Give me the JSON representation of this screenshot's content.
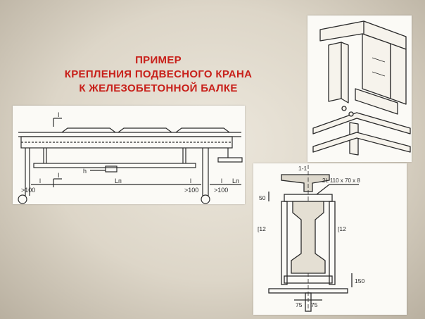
{
  "slide": {
    "title_lines": [
      "ПРИМЕР",
      "КРЕПЛЕНИЯ ПОДВЕСНОГО КРАНА",
      "К ЖЕЛЕЗОБЕТОННОЙ БАЛКЕ"
    ],
    "colors": {
      "title": "#c8201a",
      "background": "#e4ded2",
      "line": "#2a2a2a"
    }
  },
  "elevation_drawing": {
    "section_mark_top": "I",
    "section_mark_bottom": "I",
    "span_label_left": "Lп",
    "span_label_right": "Lп",
    "dim_left": ">100",
    "dim_center_a": ">100",
    "dim_center_b": ">100",
    "dim_small_a": "l",
    "dim_small_b": "l",
    "dim_small_c": "l",
    "dim_h": "h"
  },
  "section_drawing": {
    "section_label": "1-1",
    "angle_label": "2L 110 x 70 x 8",
    "channel_left": "[12",
    "channel_right": "[12",
    "dim_top": "50",
    "dim_bottom": "150",
    "dim_left": "75",
    "dim_right": "75"
  }
}
